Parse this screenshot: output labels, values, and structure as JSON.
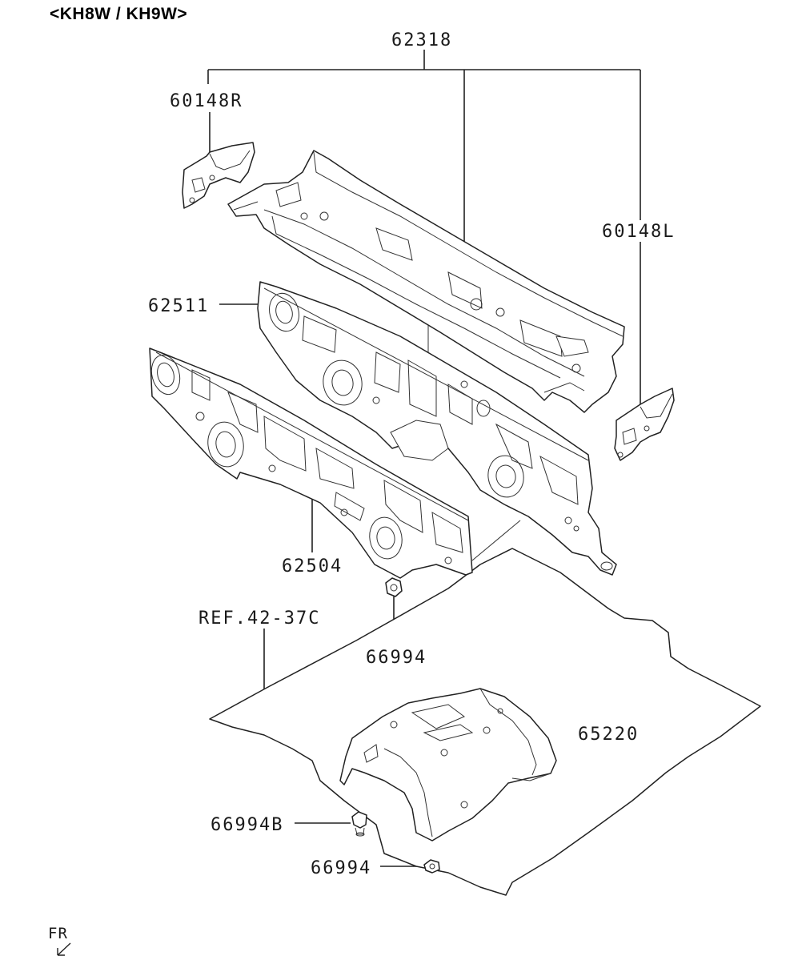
{
  "title": "<KH8W / KH9W>",
  "labels": {
    "p62318": "62318",
    "p60148R": "60148R",
    "p60148L": "60148L",
    "p62511": "62511",
    "p62504": "62504",
    "ref": "REF.42-37C",
    "p66994a": "66994",
    "p65220": "65220",
    "p66994B": "66994B",
    "p66994b": "66994"
  },
  "front_mark": "FR"
}
